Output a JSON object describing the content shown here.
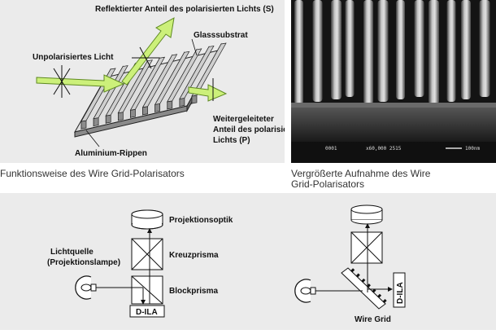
{
  "wire_grid_diagram": {
    "caption": "Funktionsweise des Wire Grid-Polarisators",
    "labels": {
      "reflected": "Reflektierter Anteil des polarisierten Lichts (S)",
      "substrate": "Glasssubstrat",
      "unpolarized": "Unpolarisiertes Licht",
      "transmitted_1": "Weitergeleiteter",
      "transmitted_2": "Anteil des polarisierten",
      "transmitted_3": "Lichts (P)",
      "ribs": "Aluminium-Rippen"
    }
  },
  "sem_image": {
    "caption_1": "Vergrößerte Aufnahme des Wire",
    "caption_2": "Grid-Polarisators",
    "databar": {
      "left": "0001",
      "middle": "x60,000  2515",
      "scale": "100nm"
    }
  },
  "projection_diagram": {
    "left": {
      "projection_optics": "Projektionsoptik",
      "cross_prism": "Kreuzprisma",
      "block_prism": "Blockprisma",
      "light_source_1": "Lichtquelle",
      "light_source_2": "(Projektionslampe)",
      "dila": "D-ILA"
    },
    "right": {
      "dila": "D-ILA",
      "wire_grid": "Wire Grid"
    }
  },
  "colors": {
    "panel_bg": "#ebebeb",
    "arrow_fill": "#ccf07a",
    "arrow_stroke": "#5f8a22",
    "sem_bg": "#141414"
  }
}
